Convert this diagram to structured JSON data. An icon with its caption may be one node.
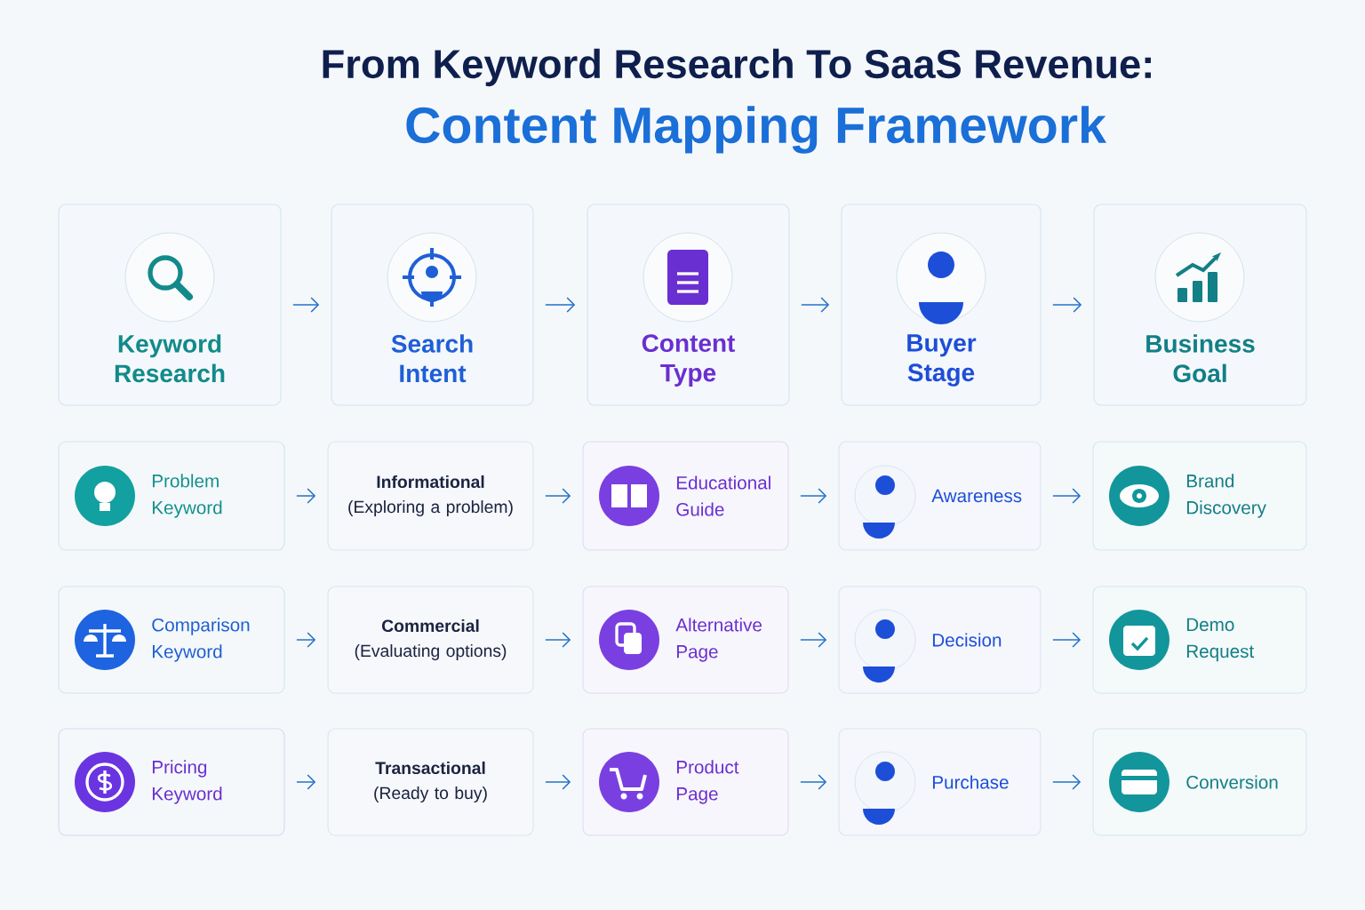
{
  "diagram": {
    "title": "From Keyword Research To SaaS Revenue:",
    "labels": [
      "Content Mapping Framework"
    ],
    "nodes": [
      {
        "text": [
          "Keyword Research"
        ]
      },
      {
        "text": [
          "Search Intent"
        ]
      },
      {
        "text": [
          "Content Type"
        ]
      },
      {
        "text": [
          "Buyer Stage"
        ]
      },
      {
        "text": [
          "Business Goal"
        ]
      },
      {
        "text": [
          "Problem Keyword"
        ]
      },
      {
        "text": [
          "Informational",
          "(Exploring a problem)"
        ]
      },
      {
        "text": [
          "Educational Guide"
        ]
      },
      {
        "text": [
          "Awareness"
        ]
      },
      {
        "text": [
          "Brand Discovery"
        ]
      },
      {
        "text": [
          "Comparison Keyword"
        ]
      },
      {
        "text": [
          "Commercial",
          "(Evaluating options)"
        ]
      },
      {
        "text": [
          "Alternative Page"
        ]
      },
      {
        "text": [
          "Decision"
        ]
      },
      {
        "text": [
          "Demo Request"
        ]
      },
      {
        "text": [
          "Pricing Keyword"
        ]
      },
      {
        "text": [
          "Transactional",
          "(Ready to buy)"
        ]
      },
      {
        "text": [
          "Product Page"
        ]
      },
      {
        "text": [
          "Purchase"
        ]
      },
      {
        "text": [
          "Conversion"
        ]
      }
    ],
    "edges": [
      {
        "from": 0,
        "to": 1,
        "arrow": "to"
      },
      {
        "from": 1,
        "to": 2,
        "arrow": "to"
      },
      {
        "from": 2,
        "to": 3,
        "arrow": "to"
      },
      {
        "from": 3,
        "to": 4,
        "arrow": "to"
      },
      {
        "from": 5,
        "to": 6,
        "arrow": "to"
      },
      {
        "from": 6,
        "to": 7,
        "arrow": "to"
      },
      {
        "from": 7,
        "to": 8,
        "arrow": "to"
      },
      {
        "from": 8,
        "to": 9,
        "arrow": "to"
      },
      {
        "from": 10,
        "to": 11,
        "arrow": "to"
      },
      {
        "from": 11,
        "to": 12,
        "arrow": "to"
      },
      {
        "from": 12,
        "to": 13,
        "arrow": "to"
      },
      {
        "from": 13,
        "to": 14,
        "arrow": "to"
      },
      {
        "from": 15,
        "to": 16,
        "arrow": "to"
      },
      {
        "from": 16,
        "to": 17,
        "arrow": "to"
      },
      {
        "from": 17,
        "to": 18,
        "arrow": "to"
      },
      {
        "from": 18,
        "to": 19,
        "arrow": "to"
      }
    ]
  }
}
